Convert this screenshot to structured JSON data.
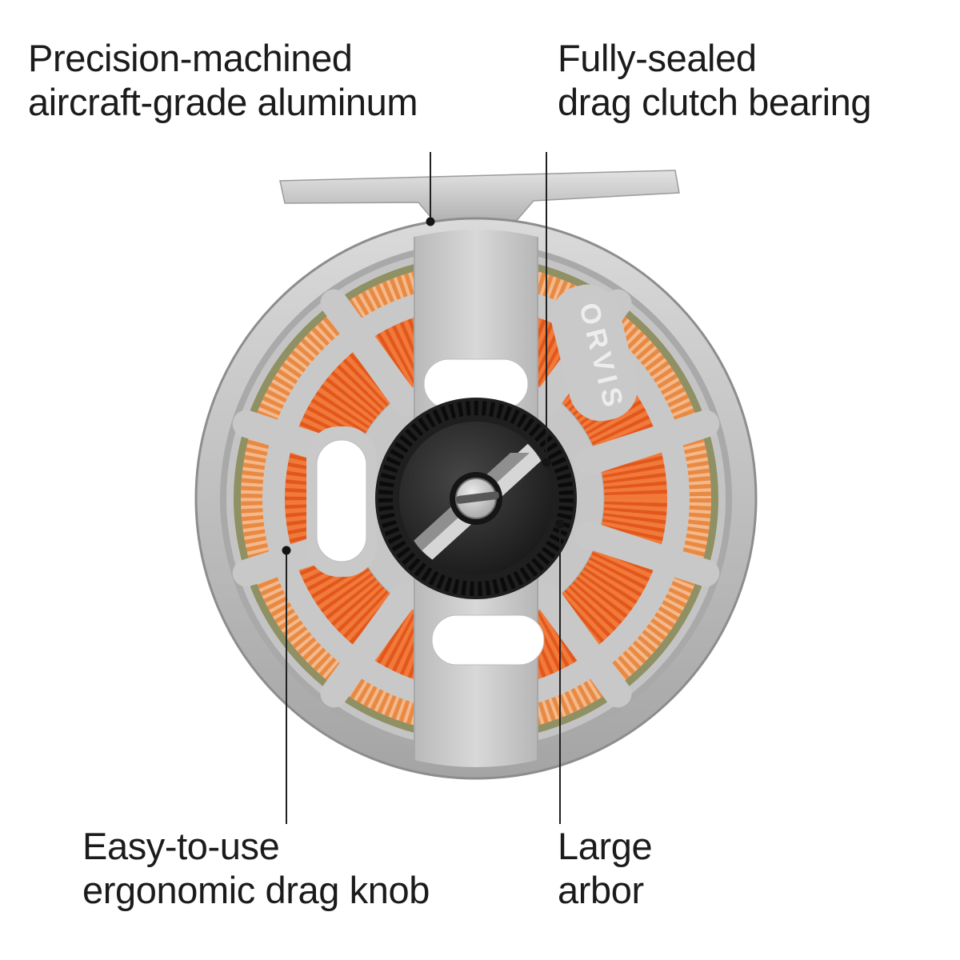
{
  "brand_text": "ORVIS",
  "callouts": {
    "aluminum": {
      "line1": "Precision-machined",
      "line2": "aircraft-grade aluminum"
    },
    "bearing": {
      "line1": "Fully-sealed",
      "line2": "drag clutch bearing"
    },
    "knob": {
      "line1": "Easy-to-use",
      "line2": "ergonomic drag knob"
    },
    "arbor": {
      "line1": "Large",
      "line2": "arbor"
    }
  },
  "colors": {
    "background": "#ffffff",
    "text": "#1b1b1b",
    "callout_line": "#202020",
    "fly_line_orange": "#e2571c",
    "backing_peach": "#f5b88a",
    "line_olive": "#8f9063",
    "reel_silver": "#c8c8c8",
    "hub_black": "#1f1f1f",
    "brand_text_color": "#ededed"
  }
}
